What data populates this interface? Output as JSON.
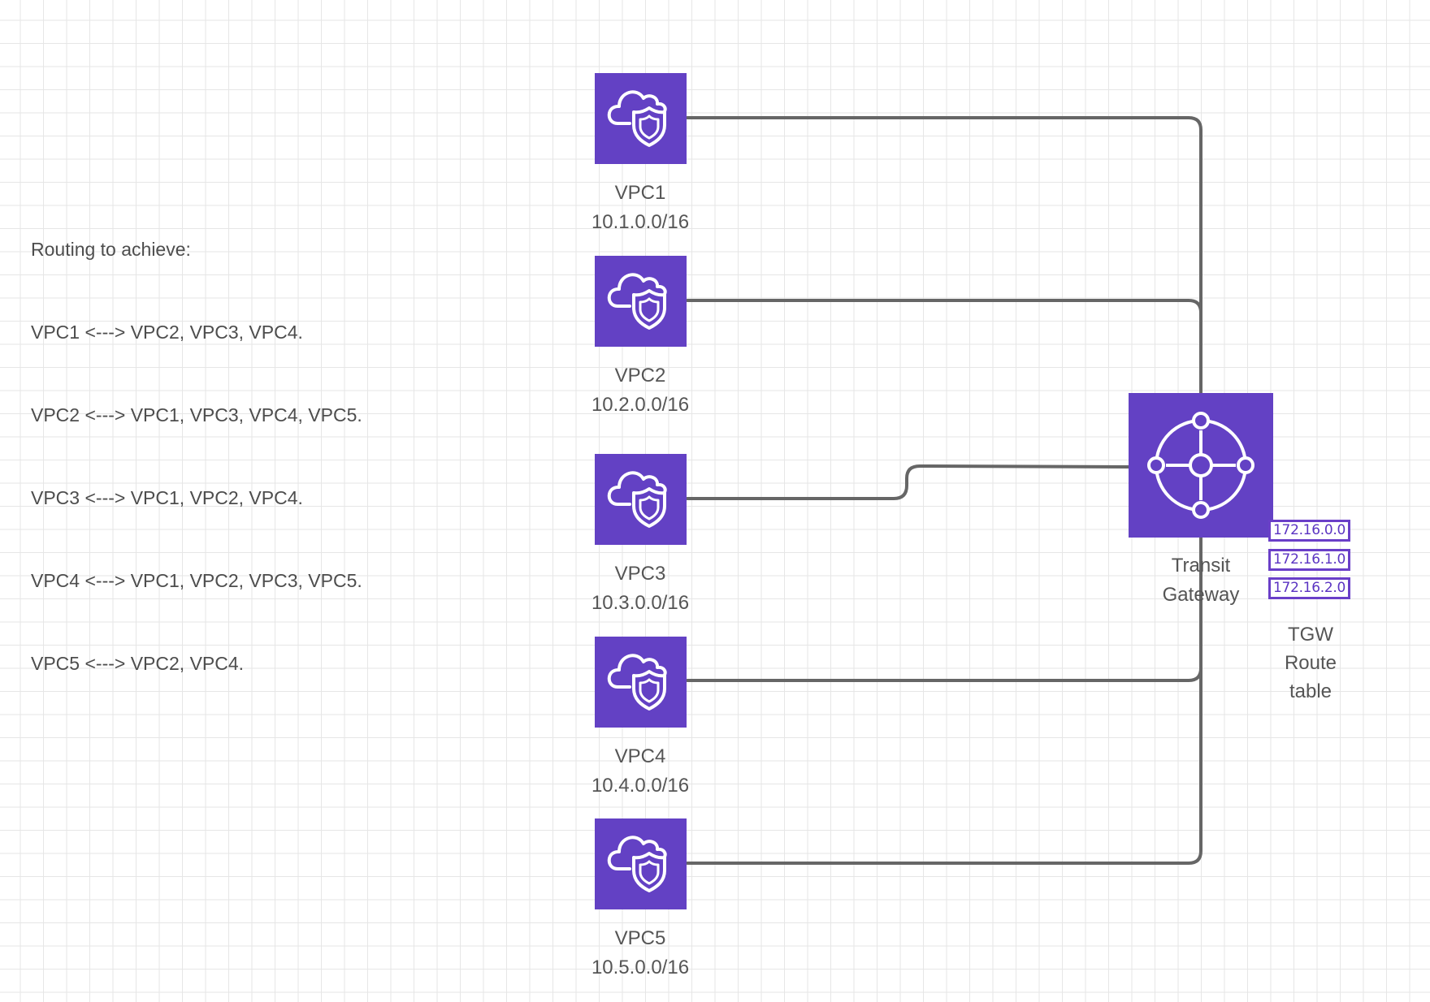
{
  "notes": {
    "title": "Routing to achieve:",
    "lines": [
      "VPC1 <---> VPC2, VPC3, VPC4.",
      "VPC2 <---> VPC1, VPC3, VPC4, VPC5.",
      "VPC3 <---> VPC1, VPC2, VPC4.",
      "VPC4 <---> VPC1, VPC2, VPC3, VPC5.",
      "VPC5 <---> VPC2, VPC4."
    ]
  },
  "vpcs": [
    {
      "name": "VPC1",
      "cidr": "10.1.0.0/16",
      "icon": "vpc-cloud-shield-icon"
    },
    {
      "name": "VPC2",
      "cidr": "10.2.0.0/16",
      "icon": "vpc-cloud-shield-icon"
    },
    {
      "name": "VPC3",
      "cidr": "10.3.0.0/16",
      "icon": "vpc-cloud-shield-icon"
    },
    {
      "name": "VPC4",
      "cidr": "10.4.0.0/16",
      "icon": "vpc-cloud-shield-icon"
    },
    {
      "name": "VPC5",
      "cidr": "10.5.0.0/16",
      "icon": "vpc-cloud-shield-icon"
    }
  ],
  "transit_gateway": {
    "label_line1": "Transit",
    "label_line2": "Gateway",
    "icon": "transit-gateway-hub-icon"
  },
  "route_table": {
    "entries": [
      "172.16.0.0",
      "172.16.1.0",
      "172.16.2.0"
    ],
    "label_line1": "TGW",
    "label_line2": "Route",
    "label_line3": "table"
  },
  "colors": {
    "aws_purple": "#6341c4",
    "connector": "#666666",
    "grid": "#e6e6e6"
  }
}
